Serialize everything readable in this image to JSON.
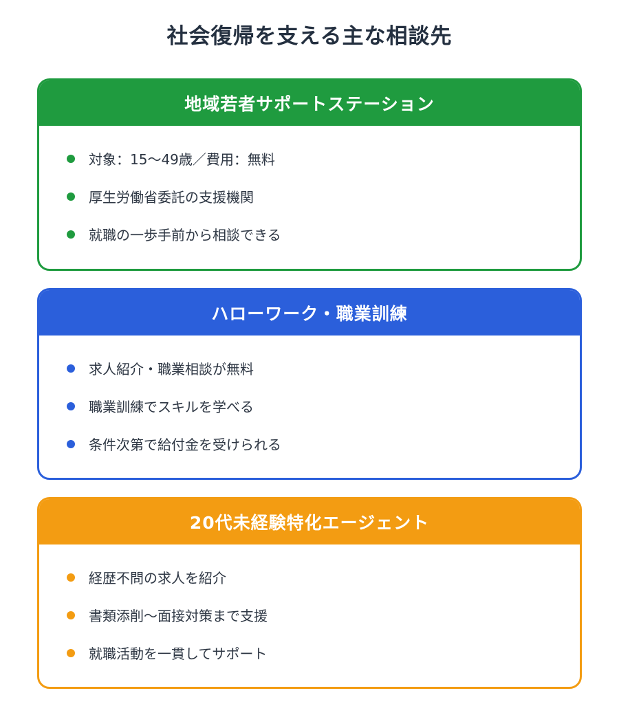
{
  "title": "社会復帰を支える主な相談先",
  "cards": [
    {
      "heading": "地域若者サポートステーション",
      "color": "#1f9b3f",
      "items": [
        "対象：15〜49歳／費用：無料",
        "厚生労働省委託の支援機関",
        "就職の一歩手前から相談できる"
      ]
    },
    {
      "heading": "ハローワーク・職業訓練",
      "color": "#2b5fdb",
      "items": [
        "求人紹介・職業相談が無料",
        "職業訓練でスキルを学べる",
        "条件次第で給付金を受けられる"
      ]
    },
    {
      "heading": "20代未経験特化エージェント",
      "color": "#f39c12",
      "items": [
        "経歴不問の求人を紹介",
        "書類添削〜面接対策まで支援",
        "就職活動を一貫してサポート"
      ]
    }
  ]
}
